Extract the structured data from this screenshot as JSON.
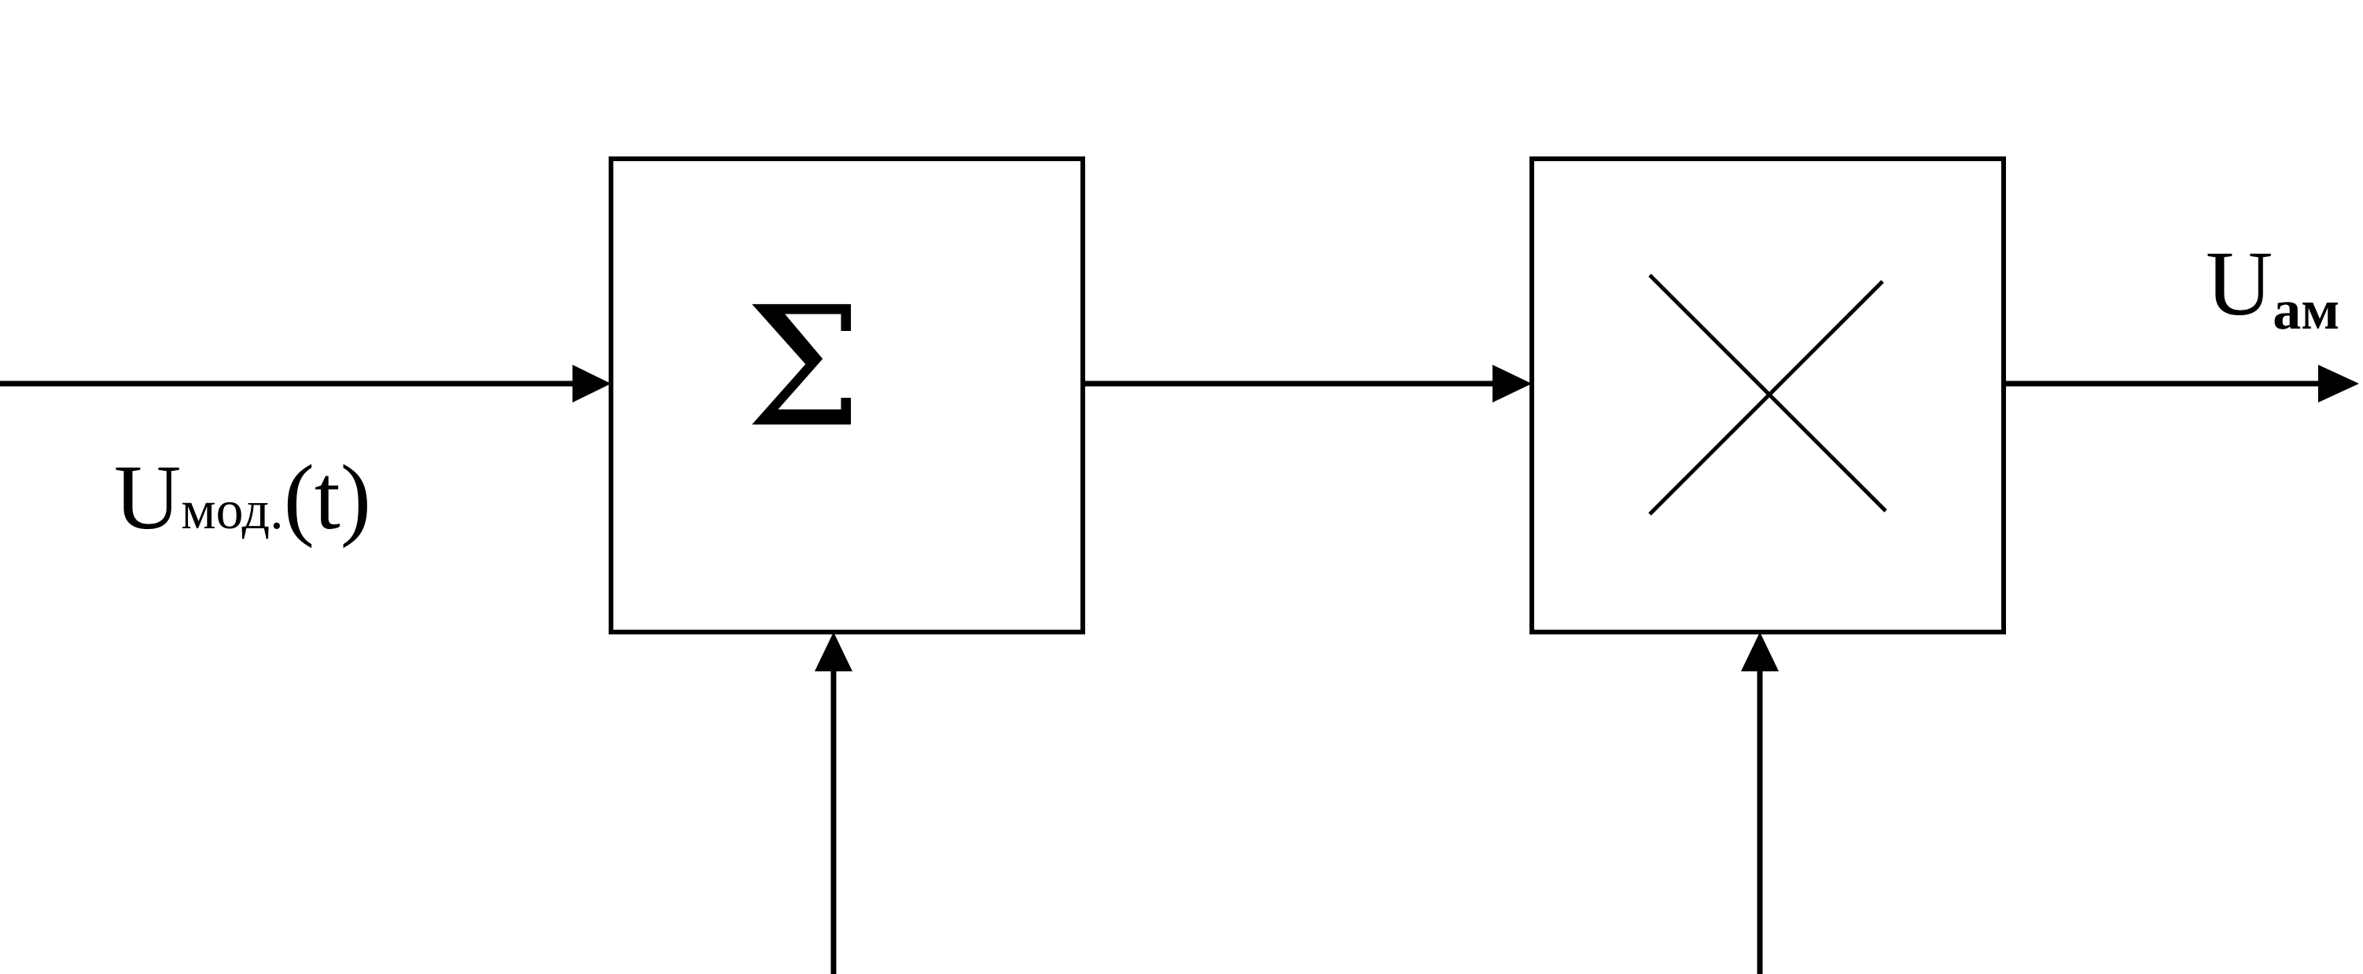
{
  "diagram": {
    "input_signal": {
      "symbol": "U",
      "subscript": "мод.",
      "argument": "(t)"
    },
    "output_signal": {
      "symbol": "U",
      "subscript": "ам"
    },
    "adder_block": {
      "symbol": "Σ"
    },
    "multiplier_block": {
      "symbol_icon": "multiply-cross-icon"
    }
  }
}
